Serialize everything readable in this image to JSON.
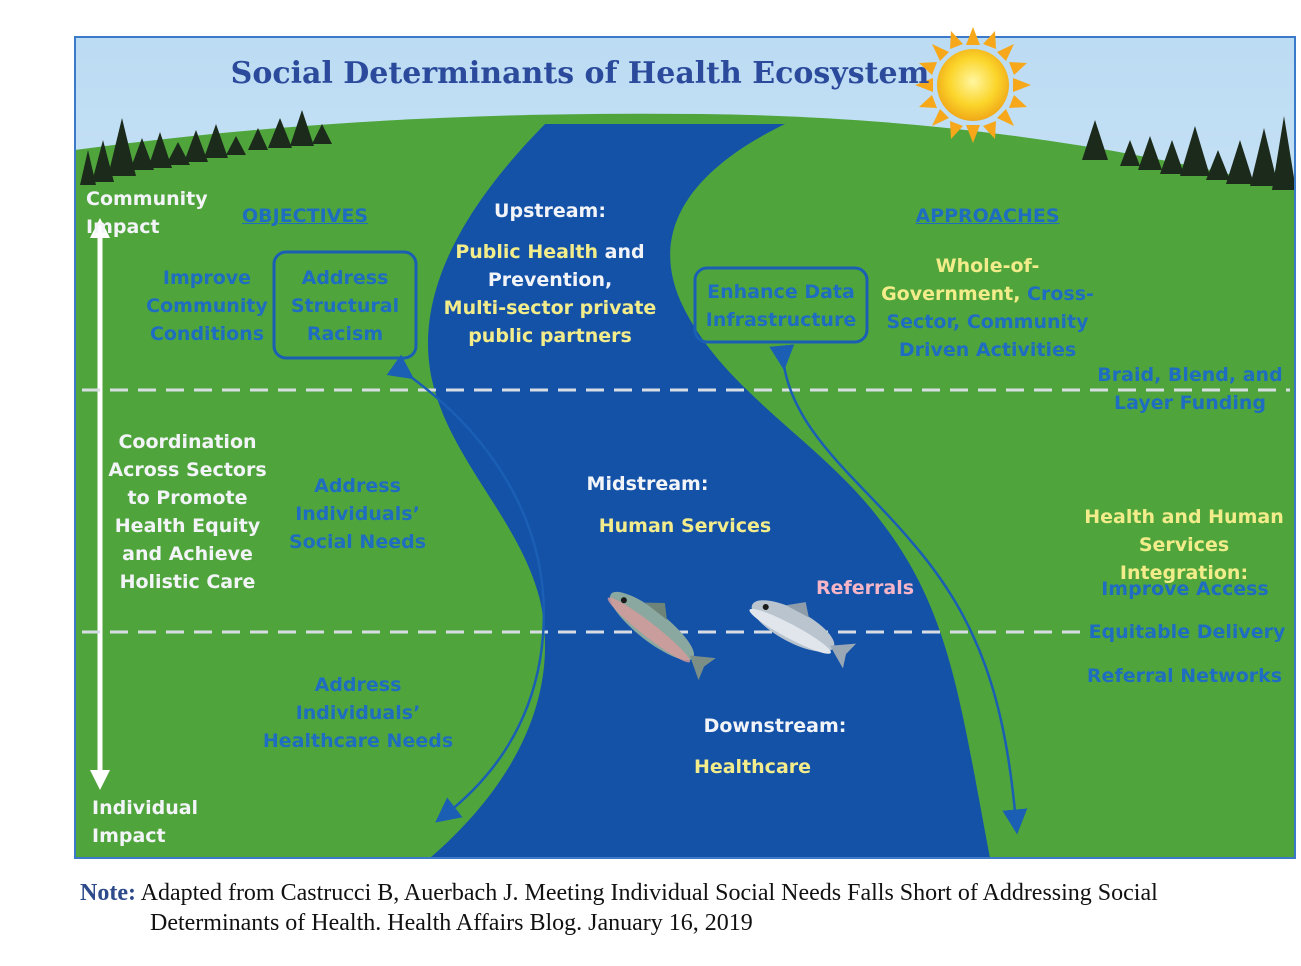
{
  "title": "Social Determinants of Health Ecosystem",
  "colors": {
    "sky": "#cfe6f6",
    "land": "#4fa53c",
    "river": "#1452a8",
    "river_edge": "#0e3f88",
    "frame": "#3b79c9",
    "sun": "#f7c21a",
    "trees": "#1c2a1c"
  },
  "axis": {
    "top": "Community\nImpact",
    "middle": "Coordination\nAcross Sectors\nto Promote\nHealth Equity\nand Achieve\nHolistic Care",
    "bottom": "Individual\nImpact"
  },
  "objectives": {
    "header": "OBJECTIVES",
    "improve": "Improve\nCommunity\nConditions",
    "racism_box": "Address\nStructural\nRacism",
    "social_needs": "Address\nIndividuals’\nSocial Needs",
    "healthcare_needs": "Address\nIndividuals’\nHealthcare Needs"
  },
  "river": {
    "upstream_header": "Upstream:",
    "upstream_line1_a": "Public Health",
    "upstream_line1_b": " and",
    "upstream_line2": "Prevention,",
    "upstream_line3": "Multi-sector private\npublic partners",
    "midstream_header": "Midstream:",
    "midstream_body": "Human Services",
    "referrals": "Referrals",
    "downstream_header": "Downstream:",
    "downstream_body": "Healthcare"
  },
  "approaches": {
    "header": "APPROACHES",
    "data_box": "Enhance Data\nInfrastructure",
    "whole_a": "Whole-of-\nGovernment,",
    "whole_b": " Cross-",
    "whole_c": "Sector, Community\nDriven Activities",
    "braid": "Braid, Blend, and\nLayer Funding",
    "integration": "Health and Human\nServices Integration:",
    "access": "Improve Access",
    "equitable": "Equitable Delivery",
    "referral_networks": "Referral Networks"
  },
  "note": {
    "key": "Note:",
    "line1": " Adapted from Castrucci B, Auerbach J. Meeting Individual Social Needs Falls Short of Addressing Social",
    "line2": "Determinants of Health. Health Affairs Blog. January 16, 2019"
  }
}
